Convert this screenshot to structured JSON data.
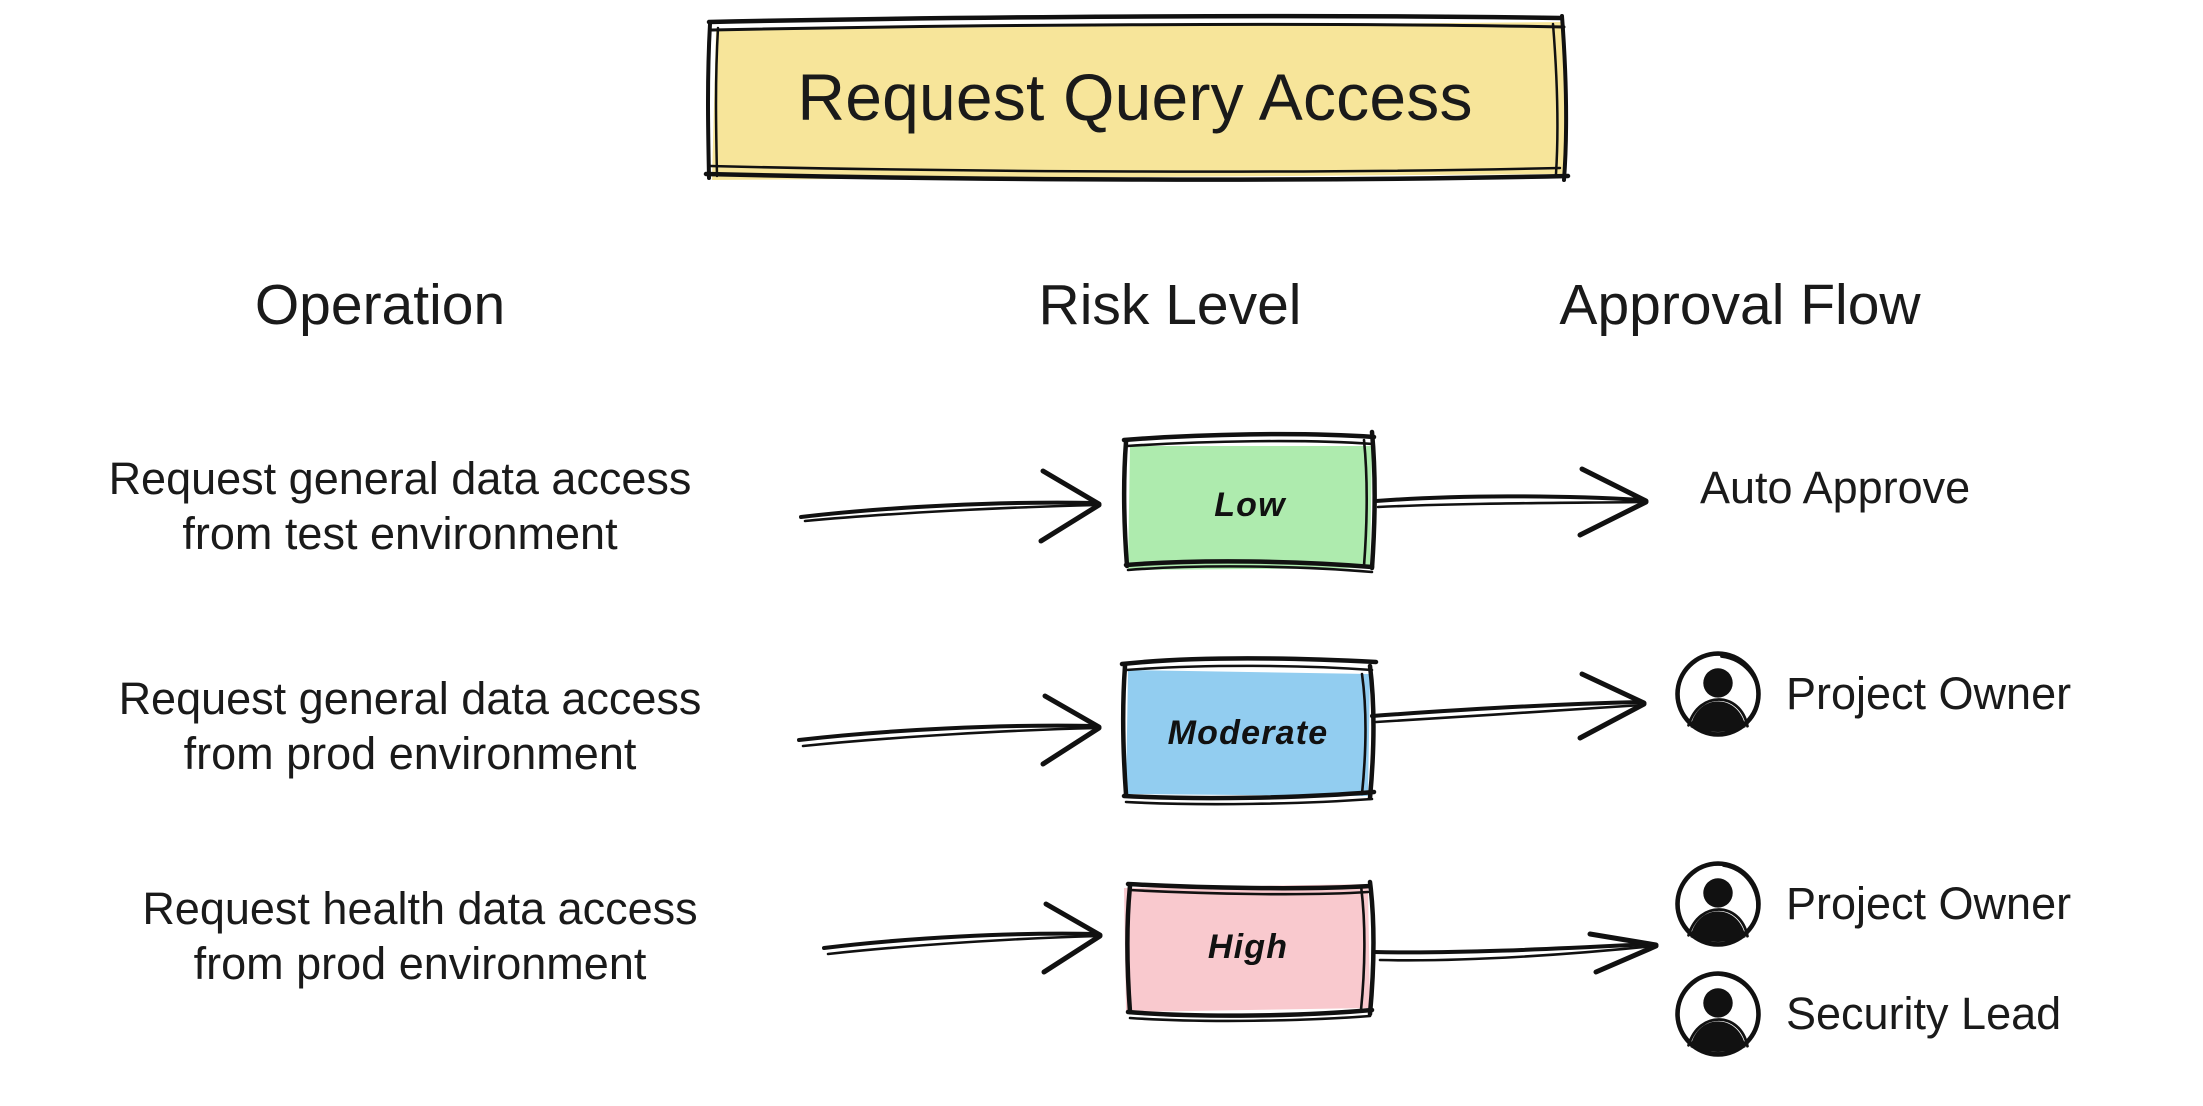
{
  "diagram": {
    "title": "Request Query Access",
    "title_box_color": "#F7E59A",
    "background": "#FFFFFF",
    "columns": [
      {
        "key": "operation",
        "label": "Operation"
      },
      {
        "key": "risk_level",
        "label": "Risk Level"
      },
      {
        "key": "approval_flow",
        "label": "Approval Flow"
      }
    ],
    "rows": [
      {
        "operation_line1": "Request general data access",
        "operation_line2": "from test environment",
        "risk_level": "Low",
        "risk_color": "#AEEBAE",
        "approvers": [
          {
            "label": "Auto Approve",
            "icon": "none"
          }
        ]
      },
      {
        "operation_line1": "Request general data access",
        "operation_line2": "from prod environment",
        "risk_level": "Moderate",
        "risk_color": "#92CDF0",
        "approvers": [
          {
            "label": "Project Owner",
            "icon": "person-icon"
          }
        ]
      },
      {
        "operation_line1": "Request health data access",
        "operation_line2": "from prod environment",
        "risk_level": "High",
        "risk_color": "#F9C9CE",
        "approvers": [
          {
            "label": "Project Owner",
            "icon": "person-icon"
          },
          {
            "label": "Security Lead",
            "icon": "person-icon"
          }
        ]
      }
    ],
    "connector_icon": "arrow-right-icon",
    "stroke_color": "#111111"
  }
}
